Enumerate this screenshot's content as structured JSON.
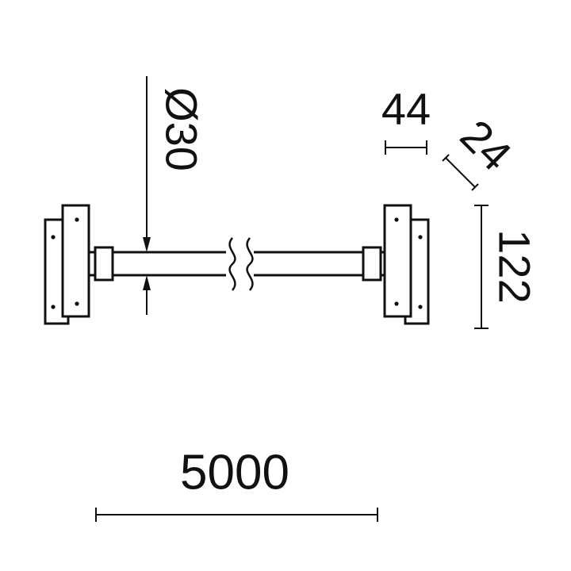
{
  "drawing": {
    "type": "technical-dimension-drawing",
    "subject": "linear tube light fixture with two wall mount brackets, shown with break symbol",
    "background_color": "#ffffff",
    "line_color": "#111111",
    "dimensions": {
      "tube_diameter": "Ø30",
      "bracket_width": "44",
      "bracket_depth": "24",
      "bracket_height": "122",
      "overall_length": "5000"
    }
  }
}
